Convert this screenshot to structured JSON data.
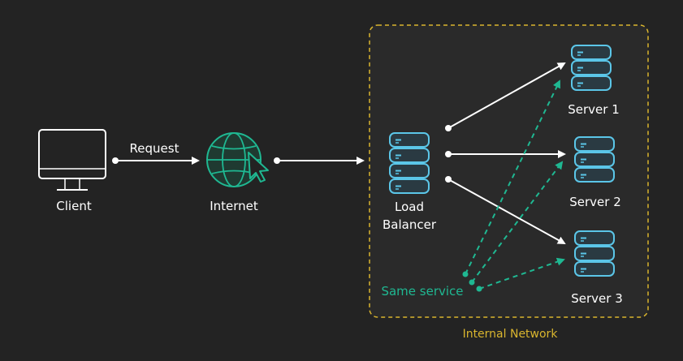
{
  "nodes": {
    "client": {
      "label": "Client"
    },
    "internet": {
      "label": "Internet"
    },
    "load_balancer": {
      "label_line1": "Load",
      "label_line2": "Balancer"
    },
    "server1": {
      "label": "Server 1"
    },
    "server2": {
      "label": "Server 2"
    },
    "server3": {
      "label": "Server 3"
    }
  },
  "edges": {
    "request_label": "Request",
    "same_service_label": "Same service"
  },
  "groups": {
    "internal_network_label": "Internal Network"
  },
  "colors": {
    "background": "#232323",
    "icon_stroke": "#5bc6e8",
    "icon_green": "#1fb892",
    "group_border": "#d9b52e",
    "arrow": "#ffffff"
  }
}
